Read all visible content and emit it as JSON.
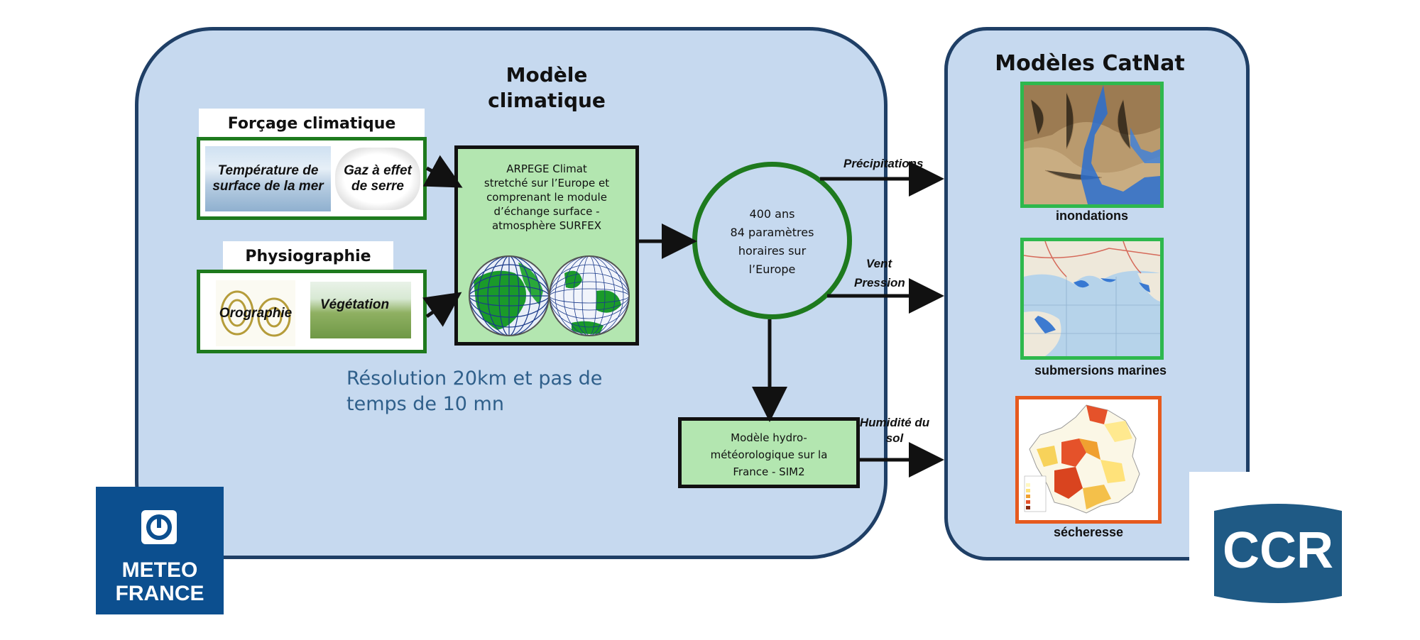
{
  "climate_model": {
    "title_line1": "Modèle",
    "title_line2": "climatique",
    "forcing": {
      "label": "Forçage climatique",
      "sea_line1": "Température de",
      "sea_line2": "surface de la mer",
      "gas_line1": "Gaz à effet",
      "gas_line2": "de serre"
    },
    "physiography": {
      "label": "Physiographie",
      "orography": "Orographie",
      "vegetation": "Végétation"
    },
    "arpege": {
      "line1": "ARPEGE Climat",
      "line2": "stretché sur l’Europe et",
      "line3": "comprenant le module",
      "line4": "d’échange surface -",
      "line5": "atmosphère SURFEX"
    },
    "output": {
      "line1": "400 ans",
      "line2": "84 paramètres",
      "line3": "horaires sur",
      "line4": "l’Europe"
    },
    "hydro": {
      "line1": "Modèle hydro-",
      "line2": "météorologique sur la",
      "line3": "France - SIM2"
    },
    "resolution_line1": "Résolution 20km et pas de",
    "resolution_line2": "temps de 10 mn"
  },
  "edges": {
    "precipitation": "Précipitations",
    "wind": "Vent",
    "pressure": "Pression",
    "humidity_line1": "Humidité du",
    "humidity_line2": "sol"
  },
  "catnat": {
    "title": "Modèles CatNat",
    "flood": "inondations",
    "surge": "submersions marines",
    "drought": "sécheresse"
  },
  "logos": {
    "meteo_line1": "METEO",
    "meteo_line2": "FRANCE",
    "ccr": "CCR"
  },
  "colors": {
    "panel_fill": "#c6d9ef",
    "panel_border": "#1f3f66",
    "green_frame": "#1e7a1e",
    "model_box_fill": "#b3e6b0",
    "map_frame_green": "#2eb84d",
    "map_frame_orange": "#e65a1e",
    "meteo_blue": "#0c4f8f",
    "ccr_blue": "#1f5a85"
  }
}
